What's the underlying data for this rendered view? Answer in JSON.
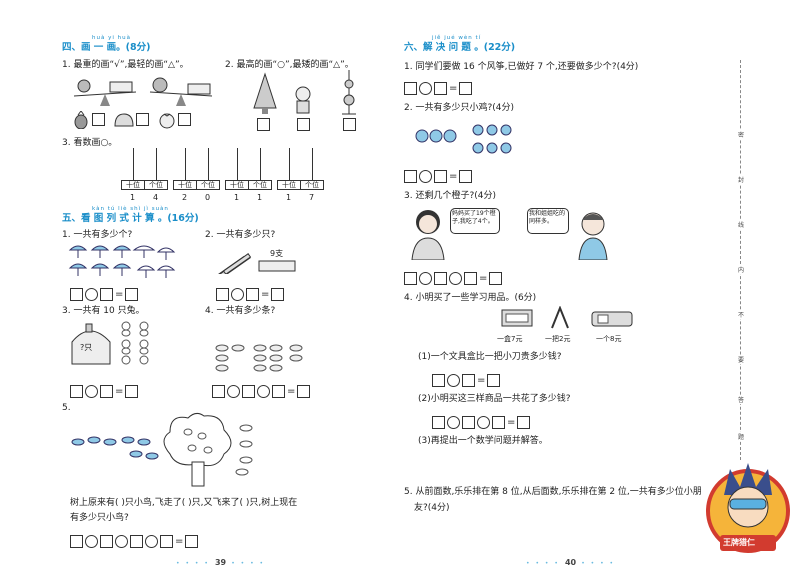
{
  "left": {
    "sec4": {
      "pinyin": "huà yi huà",
      "title": "四、画 一 画。(8分)"
    },
    "q1": "1. 最重的画“√”,最轻的画“△”。",
    "q2": "2. 最高的画“○”,最矮的画“△”。",
    "q3": "3. 看数画○。",
    "place_labels": [
      "十位",
      "个位",
      "十位",
      "个位",
      "十位",
      "个位",
      "十位",
      "个位"
    ],
    "abacus_numbers": [
      "1",
      "4",
      "2",
      "0",
      "1",
      "1",
      "1",
      "7"
    ],
    "sec5": {
      "pinyin": "kàn tú liè shì jì suàn",
      "title": "五、看 图 列 式 计 算 。(16分)"
    },
    "p1": "1. 一共有多少个?",
    "p2": "2. 一共有多少只?",
    "p2_tag": "9支",
    "p3": "3. 一共有 10 只兔。",
    "p3_tag": "?只",
    "p4": "4. 一共有多少条?",
    "p5": "5.",
    "p5_text1": "树上原来有(      )只小鸟,飞走了(      )只,又飞来了(      )只,树上现在",
    "p5_text2": "有多少只小鸟?",
    "page_number": "39"
  },
  "right": {
    "sec6": {
      "pinyin": "jiě jué wèn tí",
      "title": "六、解 决 问 题 。(22分)"
    },
    "q1": "1. 同学们要做 16 个风筝,已做好 7 个,还要做多少个?(4分)",
    "q2": "2. 一共有多少只小鸡?(4分)",
    "q3": "3. 还剩几个橙子?(4分)",
    "bubble1": "妈妈买了19个橙子,我吃了4个。",
    "bubble2": "我和姐姐吃的同样多。",
    "q4": "4. 小明买了一些学习用品。(6分)",
    "price1": "一盒7元",
    "price2": "一把2元",
    "price3": "一个8元",
    "q4_1": "(1)一个文具盒比一把小刀贵多少钱?",
    "q4_2": "(2)小明买这三样商品一共花了多少钱?",
    "q4_3": "(3)再提出一个数学问题并解答。",
    "q5_line1": "5. 从前面数,乐乐排在第 8 位,从后面数,乐乐排在第 2 位,一共有多少位小朋",
    "q5_line2": "友?(4分)",
    "page_number": "40"
  },
  "margin_chars": [
    "密",
    "封",
    "线",
    "内",
    "不",
    "要",
    "答",
    "题"
  ],
  "logo_text": "王牌猎仁",
  "colors": {
    "accent": "#1a8ec9",
    "ink": "#222222"
  }
}
